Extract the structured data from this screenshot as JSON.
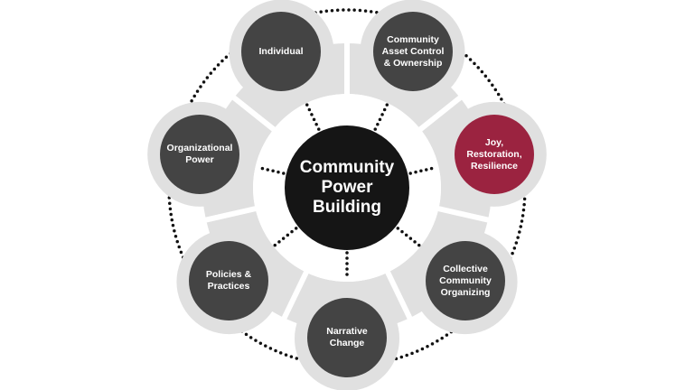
{
  "center": {
    "lines": [
      "Community",
      "Power",
      "Building"
    ]
  },
  "nodes": [
    {
      "lines": [
        "Individual"
      ]
    },
    {
      "lines": [
        "Community",
        "Asset Control",
        "& Ownership"
      ]
    },
    {
      "lines": [
        "Joy,",
        "Restoration,",
        "Resilience"
      ]
    },
    {
      "lines": [
        "Collective",
        "Community",
        "Organizing"
      ]
    },
    {
      "lines": [
        "Narrative",
        "Change"
      ]
    },
    {
      "lines": [
        "Policies &",
        "Practices"
      ]
    },
    {
      "lines": [
        "Organizational",
        "Power"
      ]
    }
  ],
  "colors": {
    "node": "#444444",
    "accent": "#9b2340",
    "center": "#151515",
    "ring": "#e0e0e0",
    "dots": "#111111"
  }
}
